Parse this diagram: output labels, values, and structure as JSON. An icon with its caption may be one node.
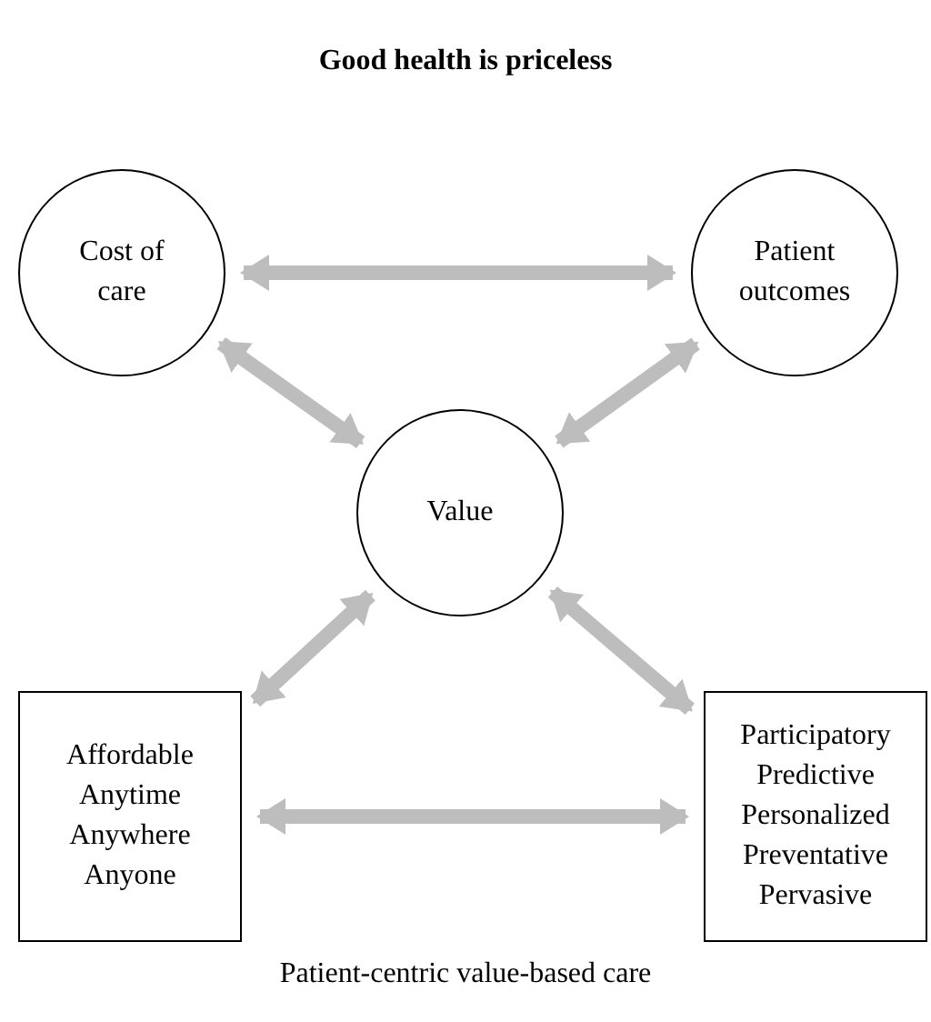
{
  "diagram": {
    "title": "Good health is priceless",
    "caption": "Patient-centric value-based care",
    "nodes": [
      {
        "text": [
          "Cost of care"
        ]
      },
      {
        "text": [
          "Patient outcomes"
        ]
      },
      {
        "text": [
          "Value"
        ]
      },
      {
        "text": [
          "Affordable Anytime Anywhere Anyone"
        ]
      },
      {
        "text": [
          "Participatory Predictive Personalized Preventative Pervasive"
        ]
      }
    ],
    "edges": [
      {
        "from": 0,
        "to": 1,
        "arrow": "both"
      },
      {
        "from": 0,
        "to": 2,
        "arrow": "both"
      },
      {
        "from": 1,
        "to": 2,
        "arrow": "both"
      },
      {
        "from": 2,
        "to": 3,
        "arrow": "both"
      },
      {
        "from": 2,
        "to": 4,
        "arrow": "both"
      },
      {
        "from": 3,
        "to": 4,
        "arrow": "both"
      }
    ]
  }
}
